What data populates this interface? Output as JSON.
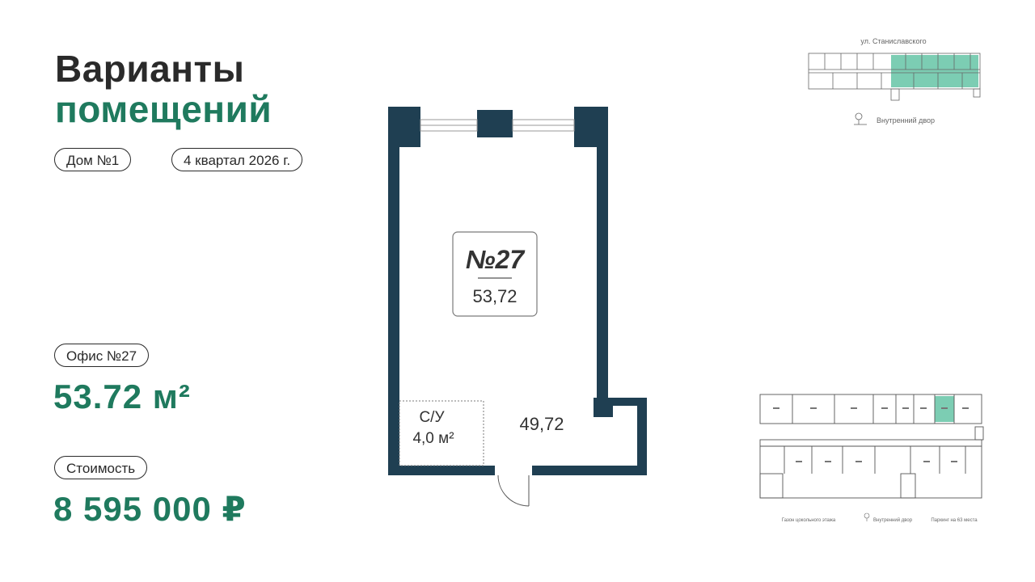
{
  "colors": {
    "accent_green": "#1f7a5e",
    "wall_navy": "#1f3f52",
    "highlight_mint": "#7ccdb3",
    "text_dark": "#2a2a2a"
  },
  "header": {
    "title_line1": "Варианты",
    "title_line2": "помещений"
  },
  "tags": {
    "house": "Дом №1",
    "completion": "4 квартал 2026 г."
  },
  "office": {
    "label": "Офис №27",
    "area": "53.72 м²"
  },
  "price": {
    "label": "Стоимость",
    "value": "8 595 000 ₽"
  },
  "plan": {
    "number": "№27",
    "total_area": "53,72",
    "bathroom_label": "С/У",
    "bathroom_area": "4,0 м²",
    "main_area": "49,72"
  },
  "mini_top": {
    "street": "ул. Станиславского",
    "yard": "Внутренний двор"
  },
  "mini_bottom": {
    "left_caption": "Газон цокольного этажа",
    "center_caption": "Внутренний двор",
    "right_caption": "Паркинг на 63 места"
  }
}
